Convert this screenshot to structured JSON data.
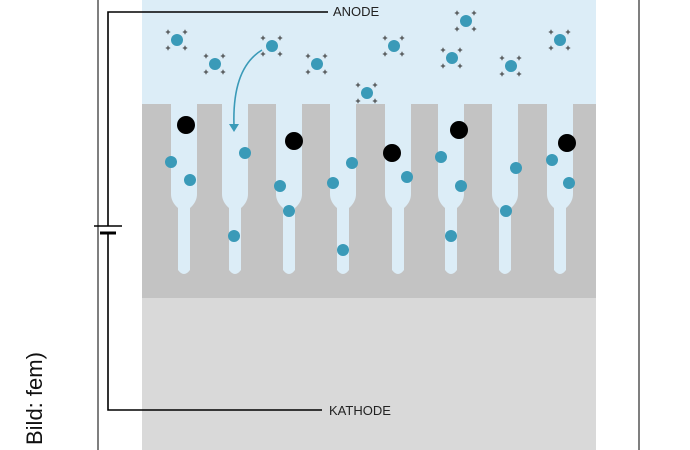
{
  "labels": {
    "anode": "ANODE",
    "cathode": "KATHODE",
    "credit": "Bild: fem)"
  },
  "colors": {
    "electrolyte": "#dcedf7",
    "porous_layer": "#c3c3c3",
    "substrate": "#d9d9d9",
    "pore_fill": "#dcedf7",
    "ion": "#3a9ab8",
    "particle": "#000000",
    "wire": "#000000",
    "arrow": "#3a9ab8",
    "frame": "#444444"
  },
  "icons": {
    "cation": "cation-icon",
    "particle": "black-particle-icon",
    "battery": "dc-source-icon"
  }
}
